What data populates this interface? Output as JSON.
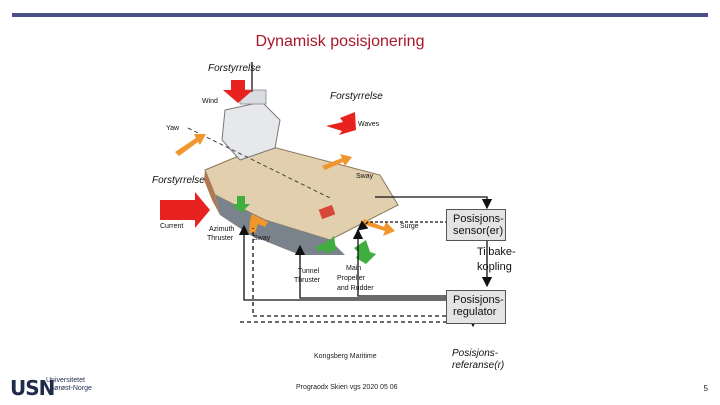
{
  "header": {
    "title": "Dynamisk posisjonering"
  },
  "diagram": {
    "force_labels": [
      "Forstyrrelse",
      "Forstyrrelse",
      "Forstyrrelse"
    ],
    "motion_labels": {
      "wind": "Wind",
      "waves": "Waves",
      "yaw": "Yaw",
      "sway_top": "Sway",
      "current": "Current",
      "azimuth": "Azimuth",
      "thruster": "Thruster",
      "sway_bottom": "Sway",
      "surge": "Surge",
      "tunnel": "Tunnel",
      "tunnel_thruster": "Thruster",
      "main": "Main",
      "propeller": "Propeller",
      "rudder": "and Rudder"
    },
    "sensor_box": [
      "Posisjons-",
      "sensor(er)"
    ],
    "feedback": [
      "Tilbake-",
      "kopling"
    ],
    "regulator_box": [
      "Posisjons-",
      "regulator"
    ],
    "reference": [
      "Posisjons-",
      "referanse(r)"
    ]
  },
  "footer": {
    "credit": "Kongsberg Maritime",
    "event": "Prograodx Skien vgs 2020 05 06",
    "page": "5",
    "logo_mark": "USN",
    "logo_line1": "Universitetet",
    "logo_line2": "i Sørøst-Norge"
  },
  "colors": {
    "accent_bar": "#4a4f86",
    "title": "#a8162a",
    "force_arrow": "#e8231f",
    "motion_arrow": "#f0962c",
    "thrust_arrow": "#3fae3f"
  }
}
